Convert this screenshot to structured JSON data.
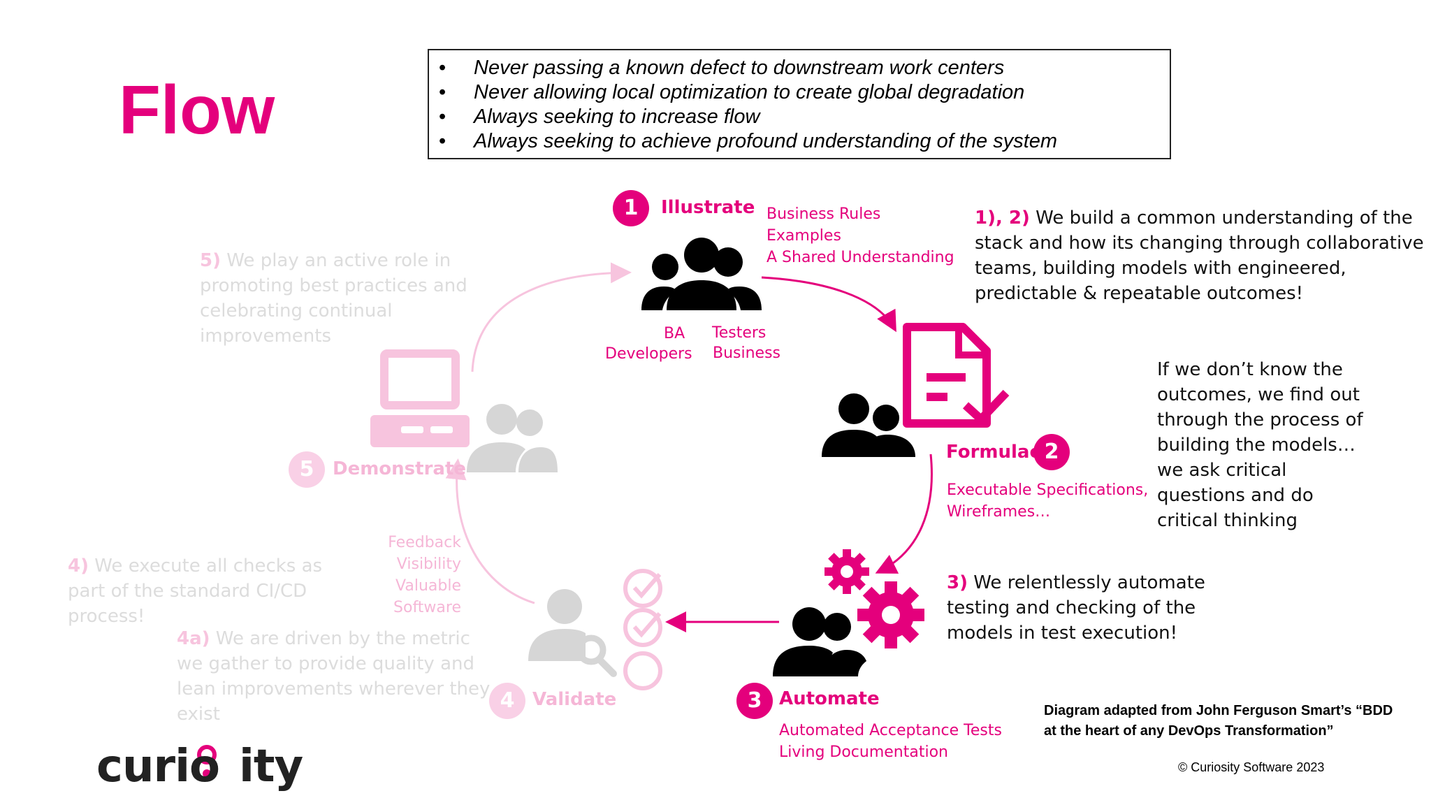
{
  "title": "Flow",
  "principles": [
    "Never passing a known defect to downstream work centers",
    "Never allowing local optimization to create global degradation",
    "Always seeking to increase flow",
    "Always seeking to achieve profound understanding of the system"
  ],
  "steps": {
    "illustrate": {
      "number": "1",
      "label": "Illustrate",
      "outputs": [
        "Business Rules",
        "Examples",
        "A Shared Understanding"
      ],
      "roles": [
        "BA",
        "Testers",
        "Developers",
        "Business"
      ]
    },
    "formulae": {
      "number": "2",
      "label": "Formulae",
      "outputs": [
        "Executable Specifications,",
        "Wireframes…"
      ]
    },
    "automate": {
      "number": "3",
      "label": "Automate",
      "outputs": [
        "Automated Acceptance Tests",
        "Living Documentation"
      ]
    },
    "validate": {
      "number": "4",
      "label": "Validate",
      "outputs": [
        "Feedback",
        "Visibility",
        "Valuable Software"
      ]
    },
    "demonstrate": {
      "number": "5",
      "label": "Demonstrate"
    }
  },
  "notes": {
    "n12": {
      "prefix": "1), 2)",
      "lines": [
        " We build a common understanding of the",
        "stack and how its changing through collaborative",
        "teams, building models with engineered,",
        "predictable & repeatable outcomes!"
      ]
    },
    "red": {
      "lines": [
        "If we don’t know the",
        "outcomes, we find out",
        "through the process of",
        "building the models…",
        "we ask critical",
        "questions and do",
        "critical thinking"
      ]
    },
    "n3": {
      "prefix": "3)",
      "lines": [
        " We relentlessly automate",
        "testing and checking of the",
        "models in test execution!"
      ]
    },
    "n5": {
      "prefix": "5)",
      "lines": [
        " We play an active role in",
        "promoting best practices and",
        "celebrating continual",
        "improvements"
      ]
    },
    "n4": {
      "prefix": "4)",
      "lines": [
        " We execute all checks as",
        "part of the standard CI/CD",
        "process!"
      ]
    },
    "n4a": {
      "prefix": "4a)",
      "lines": [
        " We are driven by the metric",
        "we gather to provide quality and",
        "lean improvements wherever they",
        "exist"
      ]
    }
  },
  "credit": {
    "line1": "Diagram adapted from John Ferguson Smart’s “BDD",
    "line2": "at the heart of any DevOps Transformation”"
  },
  "copyright": "© Curiosity Software 2023",
  "logo": {
    "text_before": "curio",
    "text_after": "ity"
  },
  "colors": {
    "brand_pink": "#e4007c",
    "red_note": "#e0001b",
    "faded_grey": "#e2e2e2",
    "faded_pink": "#f5b6d6"
  },
  "icons": [
    "group-icon",
    "document-check-icon",
    "gear-icon",
    "computer-icon",
    "user-search-icon",
    "checklist-icon"
  ]
}
